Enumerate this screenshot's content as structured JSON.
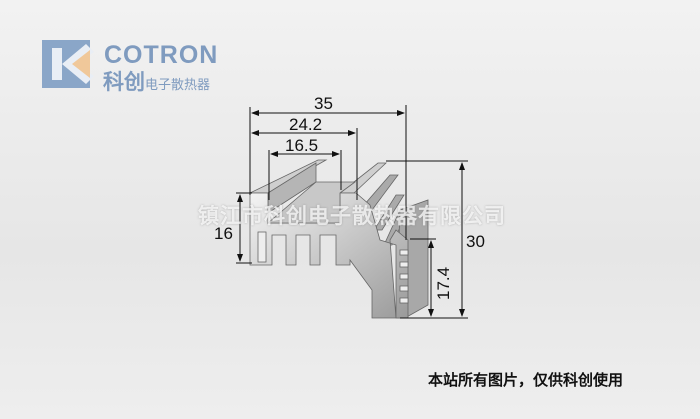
{
  "logo": {
    "brand": "COTRON",
    "sub_big": "科创",
    "sub_small": "电子散热器",
    "colors": {
      "blue": "#7f9bbf",
      "orange": "#f0c89a"
    }
  },
  "drawing": {
    "dimensions": {
      "overall_width": "35",
      "mid_width": "24.2",
      "channel_width": "16.5",
      "left_height": "16",
      "total_height": "30",
      "right_height": "17.4"
    }
  },
  "watermark": "镇江市科创电子散热器有限公司",
  "caption": "本站所有图片，仅供科创使用"
}
